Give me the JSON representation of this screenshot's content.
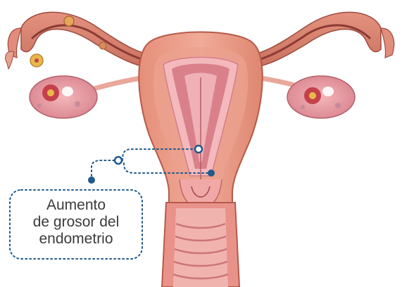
{
  "annotation": {
    "lines": [
      "Aumento",
      "de grosor del",
      "endometrio"
    ]
  },
  "colors": {
    "tissue_outer": "#e79a86",
    "tissue_dark": "#b65a4a",
    "tissue_light": "#f3c2b4",
    "endometrium": "#f2b7b7",
    "cavity": "#d27b86",
    "tube_line": "#8c3b34",
    "ovary": "#e9a0a8",
    "follicle": "#e8b84a",
    "callout": "#1f5a8c"
  }
}
